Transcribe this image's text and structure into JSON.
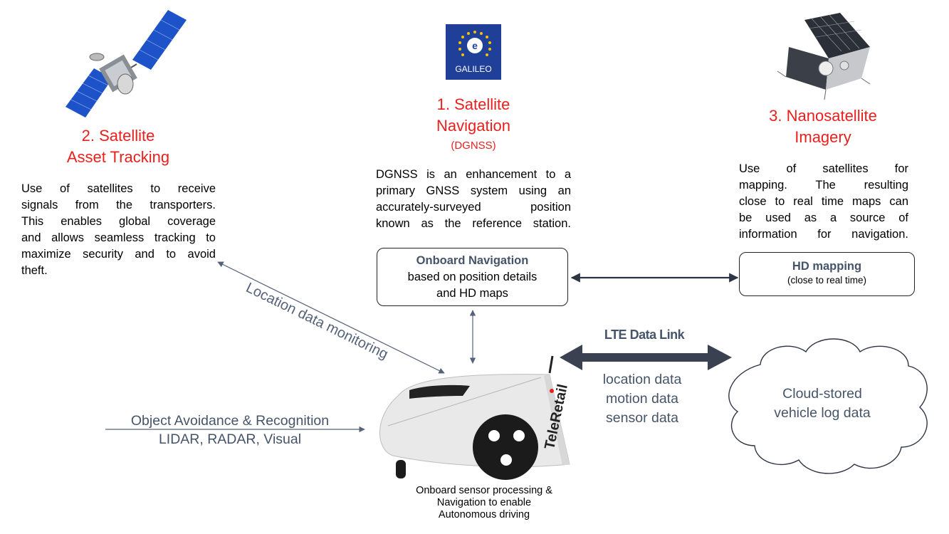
{
  "galileo": {
    "logo_text": "GALILEO",
    "title_line1": "1. Satellite",
    "title_line2": "Navigation",
    "subtitle": "(DGNSS)",
    "description_lines": [
      "DGNSS is an enhancement to a",
      "primary GNSS system using an",
      "accurately-surveyed position",
      "known as the reference station."
    ]
  },
  "asset_tracking": {
    "title_line1": "2. Satellite",
    "title_line2": "Asset Tracking",
    "description_lines": [
      "Use of satellites to receive",
      "signals from the transporters.",
      "This enables global coverage",
      "and allows seamless tracking to",
      "maximize security and to avoid",
      "theft."
    ]
  },
  "nanosatellite": {
    "title_line1": "3. Nanosatellite",
    "title_line2": "Imagery",
    "description_lines": [
      "Use of satellites for",
      "mapping. The resulting",
      "close to real time maps can",
      "be used as a source of",
      "information for navigation."
    ]
  },
  "onboard_nav_box": {
    "title": "Onboard Navigation",
    "line1": "based on position details",
    "line2": "and HD maps"
  },
  "hd_mapping_box": {
    "title": "HD mapping",
    "subtitle": "(close to real time)"
  },
  "location_monitoring_label": "Location data monitoring",
  "lte": {
    "title": "LTE Data Link",
    "items": [
      "location data",
      "motion data",
      "sensor data"
    ]
  },
  "cloud": {
    "line1": "Cloud-stored",
    "line2": "vehicle log data"
  },
  "object_avoidance": {
    "line1": "Object Avoidance & Recognition",
    "line2": "LIDAR, RADAR, Visual"
  },
  "robot": {
    "brand": "TeleRetail",
    "caption_lines": [
      "Onboard sensor processing &",
      "Navigation to enable",
      "Autonomous driving"
    ]
  },
  "colors": {
    "accent_red": "#e8201e",
    "galileo_blue": "#1f3f99",
    "slate": "#46546a"
  }
}
